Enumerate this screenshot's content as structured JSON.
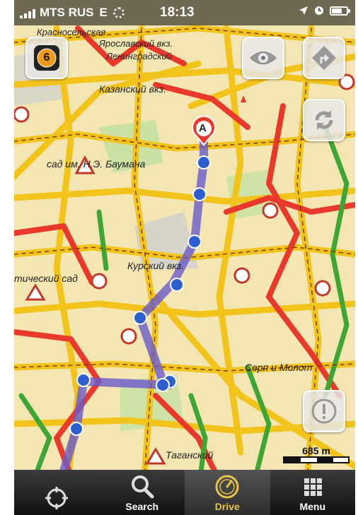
{
  "status": {
    "carrier": "MTS RUS",
    "network": "E",
    "time": "18:13"
  },
  "map": {
    "labels": [
      {
        "text": "Красносельская"
      },
      {
        "text": "Ярославский вкз."
      },
      {
        "text": "Ленинградский"
      },
      {
        "text": "Казанский вкз."
      },
      {
        "text": "сад им. Н.Э. Баумана"
      },
      {
        "text": "Курский вкз."
      },
      {
        "text": "тический сад"
      },
      {
        "text": "Серп и Молот"
      },
      {
        "text": "Таганский"
      }
    ],
    "route_start_label": "A",
    "signs": {
      "dtp": "дтп"
    }
  },
  "traffic_badge": {
    "level": "6"
  },
  "scale": {
    "label": "685 m"
  },
  "tabbar": {
    "items": [
      {
        "label": "",
        "icon": "locate-icon"
      },
      {
        "label": "Search",
        "icon": "search-icon"
      },
      {
        "label": "Drive",
        "icon": "speedometer-icon"
      },
      {
        "label": "Menu",
        "icon": "grid-icon"
      }
    ]
  },
  "colors": {
    "route": "#6a5acd",
    "jam": "#e8392a",
    "slow": "#f2c31b",
    "free": "#3fa535"
  }
}
